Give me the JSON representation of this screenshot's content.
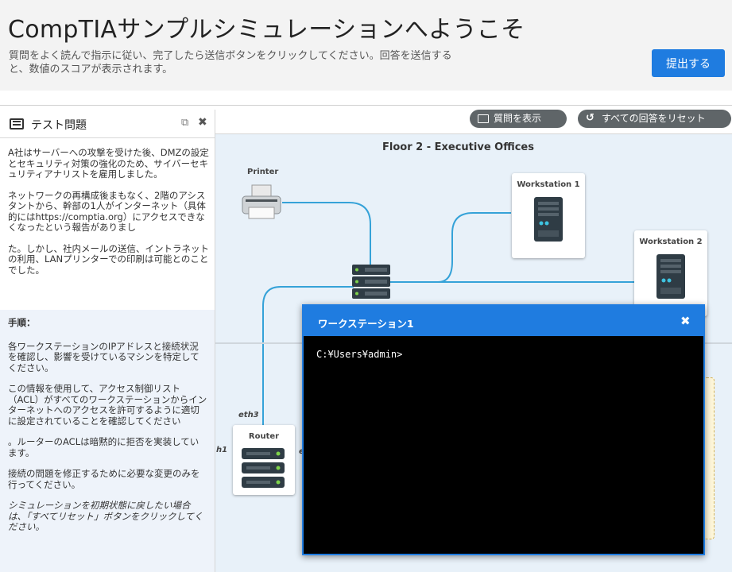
{
  "header": {
    "title": "CompTIAサンプルシミュレーションへようこそ",
    "description": "質問をよく読んで指示に従い、完了したら送信ボタンをクリックしてください。回答を送信すると、数値のスコアが表示されます。",
    "submit_label": "提出する"
  },
  "panel": {
    "title": "テスト問題",
    "paragraphs": [
      "A社はサーバーへの攻撃を受けた後、DMZの設定とセキュリティ対策の強化のため、サイバーセキュリティアナリストを雇用しました。",
      "ネットワークの再構成後まもなく、2階のアシスタントから、幹部の1人がインターネット（具体的にはhttps://comptia.org）にアクセスできなくなったという報告がありまし",
      "た。しかし、社内メールの送信、イントラネットの利用、LANプリンターでの印刷は可能とのことでした。"
    ],
    "steps_title": "手順：",
    "steps": [
      "各ワークステーションのIPアドレスと接続状況を確認し、影響を受けているマシンを特定してください。",
      "この情報を使用して、アクセス制御リスト（ACL）がすべてのワークステーションからインターネットへのアクセスを許可するように適切に設定されていることを確認してください",
      "。ルーターのACLは暗黙的に拒否を実装しています。",
      "接続の問題を修正するために必要な変更のみを行ってください。"
    ],
    "steps_note": "シミュレーションを初期状態に戻したい場合は、「すべてリセット」ボタンをクリックしてください。"
  },
  "toolbar": {
    "show_question_label": "質問を表示",
    "reset_all_label": "すべての回答をリセット"
  },
  "network": {
    "floor_label": "Floor 2 - Executive Offices",
    "printer_label": "Printer",
    "workstation1_label": "Workstation 1",
    "workstation2_label": "Workstation 2",
    "router_label": "Router",
    "eth3_label": "eth3",
    "eth1_partial_label": "h1",
    "eth_partial_label": "e"
  },
  "terminal": {
    "title": "ワークステーション1",
    "prompt": "C:¥Users¥admin>"
  }
}
